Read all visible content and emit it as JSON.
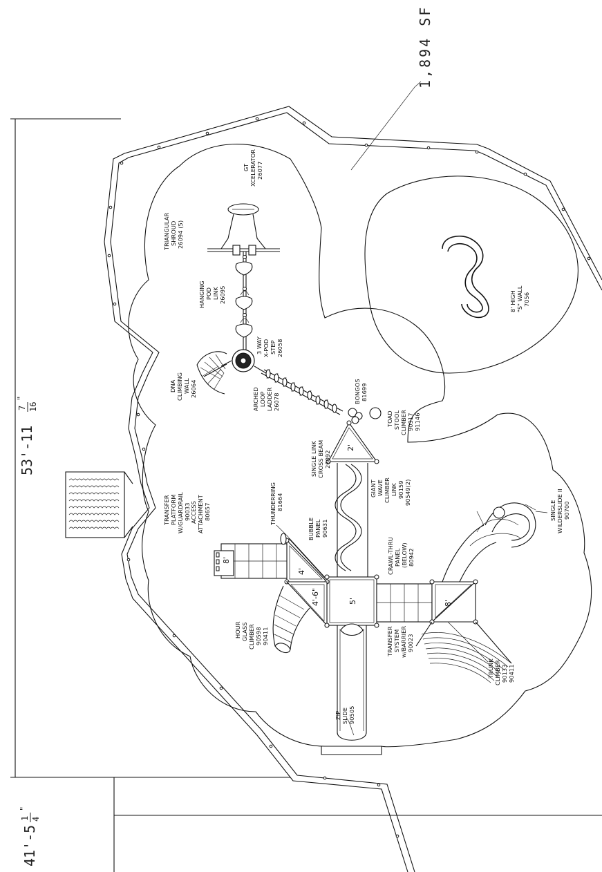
{
  "dimensions": {
    "width_whole": "53'-11",
    "width_num": "7",
    "width_den": "16",
    "width_inch": "\"",
    "depth_whole": "41'-5",
    "depth_num": "1",
    "depth_den": "4",
    "depth_inch": "\""
  },
  "area_label": "1,894 SF",
  "deck_heights": {
    "bongo_deck": "2'",
    "upper_deck": "4'",
    "mid_deck": "4'-6\"",
    "center_deck": "5'",
    "side_deck_top": "8'",
    "right_deck": "8'"
  },
  "components": {
    "gt_xcelerator": [
      "GT",
      "XCELERATOR",
      "26077"
    ],
    "triangular_shroud": [
      "TRIANGULAR",
      "SHROUD",
      "26094 (5)"
    ],
    "hanging_pod_link": [
      "HANGING",
      "POD",
      "LINK",
      "26095"
    ],
    "three_way_xpod_step": [
      "3 WAY",
      "X-POD",
      "STEP",
      "26058"
    ],
    "dna_climbing_wall": [
      "DNA",
      "CLIMBING",
      "WALL",
      "26064"
    ],
    "arched_loop_ladder": [
      "ARCHED",
      "LOOP",
      "LADDER",
      "26078"
    ],
    "bongos": [
      "BONGOS",
      "81699"
    ],
    "toad_stool_climber": [
      "TOAD",
      "STOOL",
      "CLIMBER",
      "90317",
      "91146"
    ],
    "single_link_cross_beam": [
      "SINGLE LINK",
      "CROSS BEAM",
      "26092"
    ],
    "giant_wave_climber_link": [
      "GIANT",
      "WAVE",
      "CLIMBER",
      "LINK",
      "90159",
      "90549(2)"
    ],
    "thunderring": [
      "THUNDERRING",
      "81664"
    ],
    "transfer_platform": [
      "TRANSFER",
      "PLATFORM",
      "W/GUARDRAIL",
      "90033"
    ],
    "access_attachment": [
      "ACCESS",
      "ATTACHMENT",
      "80657"
    ],
    "bubble_panel": [
      "BUBBLE",
      "PANEL",
      "90631"
    ],
    "crawl_thru_panel": [
      "CRAWL-THRU",
      "PANEL",
      "(BELOW)",
      "80942"
    ],
    "single_wilderslide": [
      "SINGLE",
      "WILDERSLIDE II",
      "90700"
    ],
    "s_wall": [
      "8' HIGH",
      "\"S\" WALL",
      "7056"
    ],
    "hour_glass_climber": [
      "HOUR",
      "GLASS",
      "CLIMBER",
      "90598",
      "90411"
    ],
    "transfer_system": [
      "TRANSFER",
      "SYSTEM",
      "w/BARRIER",
      "90023"
    ],
    "trunk_climber": [
      "TRUNK",
      "CLIMBER",
      "90133",
      "90411"
    ],
    "zip_slide": [
      "ZIP",
      "SLIDE",
      "90505"
    ]
  }
}
